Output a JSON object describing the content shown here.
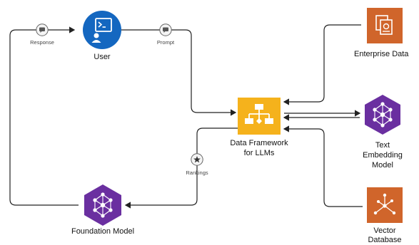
{
  "nodes": {
    "user": {
      "label": "User"
    },
    "framework": {
      "line1": "Data Framework",
      "line2": "for LLMs"
    },
    "enterprise": {
      "label": "Enterprise Data"
    },
    "embedding": {
      "line1": "Text",
      "line2": "Embedding",
      "line3": "Model"
    },
    "vector": {
      "line1": "Vector",
      "line2": "Database"
    },
    "foundation": {
      "label": "Foundation Model"
    }
  },
  "edges": {
    "response": "Response",
    "prompt": "Prompt",
    "rankings": "Rankings"
  },
  "colors": {
    "user_blue": "#1467c0",
    "framework_yellow": "#f5b21c",
    "aws_orange": "#d0652b",
    "purple": "#6a2fa0",
    "line": "#222222"
  },
  "icons": {
    "user": "user-terminal-icon",
    "framework": "flowchart-icon",
    "enterprise": "document-stack-icon",
    "embedding": "neural-network-icon",
    "vector": "vector-graph-icon",
    "foundation": "neural-network-icon",
    "edge_badge": "chat-bubble-icon",
    "rankings_badge": "star-icon"
  }
}
